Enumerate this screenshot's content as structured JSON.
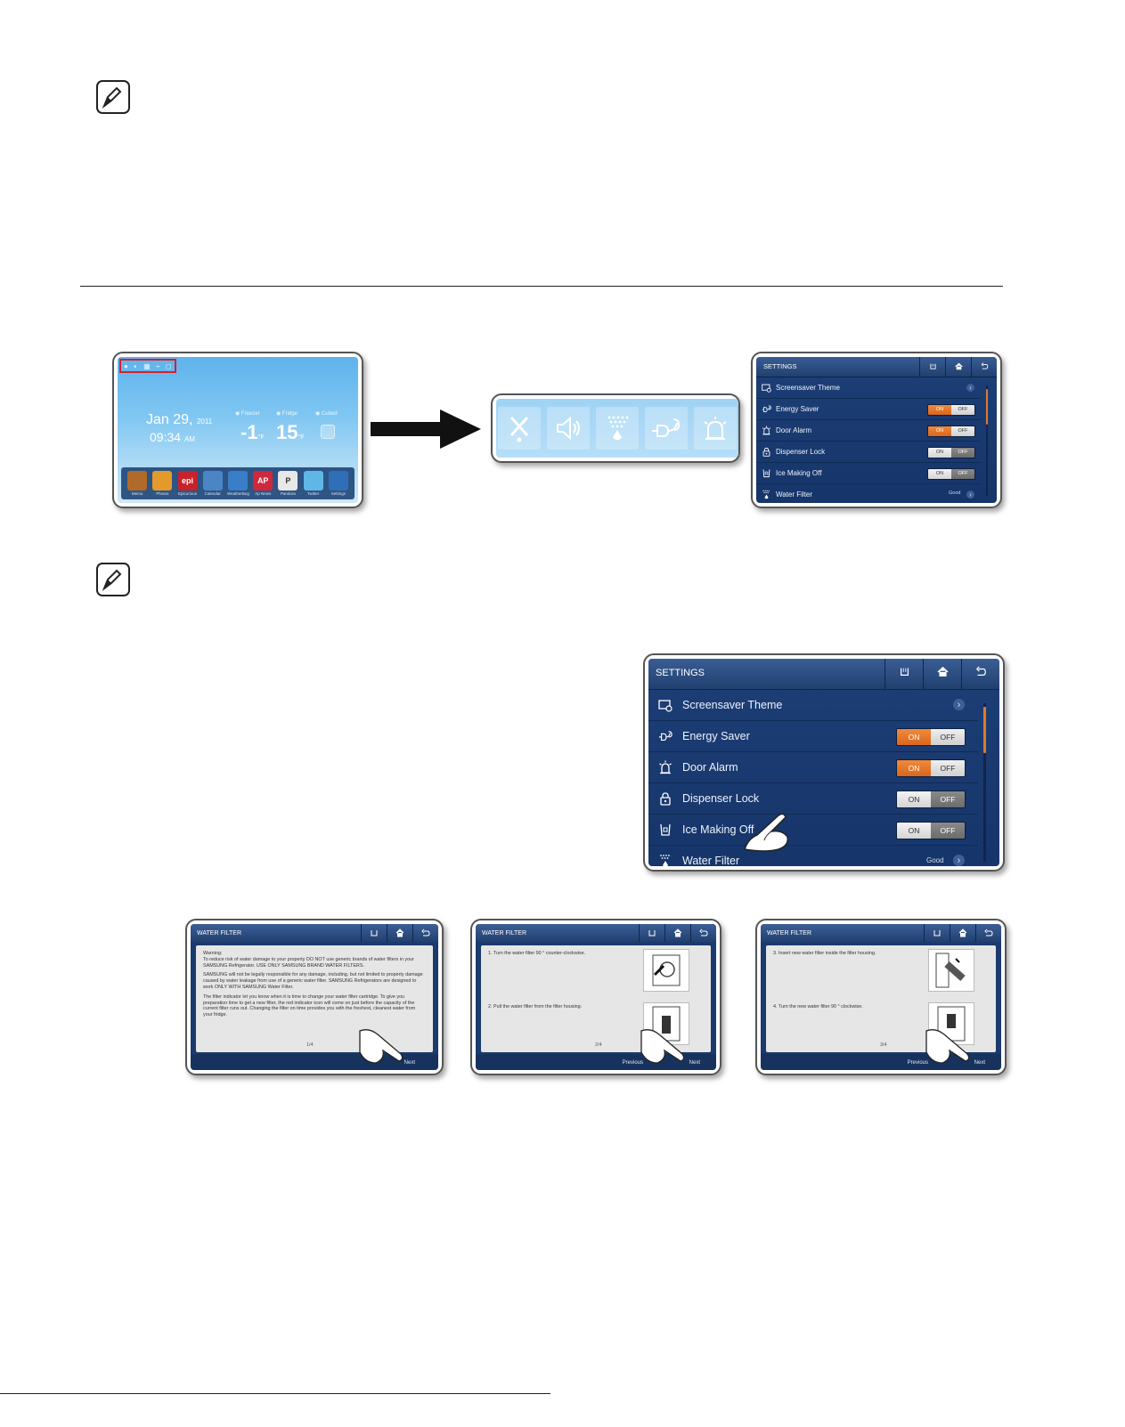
{
  "home": {
    "date": "Jan 29,",
    "year": "2011",
    "time": "09:34",
    "ampm": "AM",
    "freezer_label": "Freezer",
    "freezer_temp": "-1",
    "fridge_label": "Fridge",
    "fridge_temp": "15",
    "ice_label": "Cubed",
    "unit": "°F",
    "apps": [
      {
        "label": "Memo",
        "color": "#b06a2a",
        "glyph": ""
      },
      {
        "label": "Photos",
        "color": "#e39a2a",
        "glyph": ""
      },
      {
        "label": "Epicurious",
        "color": "#c8222a",
        "glyph": "epi"
      },
      {
        "label": "Calendar",
        "color": "#4a86c5",
        "glyph": ""
      },
      {
        "label": "WeatherBug",
        "color": "#3a7dc9",
        "glyph": ""
      },
      {
        "label": "Ap News",
        "color": "#d0283a",
        "glyph": "AP"
      },
      {
        "label": "Pandora",
        "color": "#e8e8e8",
        "glyph": "P"
      },
      {
        "label": "Twitter",
        "color": "#5fb7e8",
        "glyph": ""
      },
      {
        "label": "Settings",
        "color": "#2f6fb7",
        "glyph": ""
      }
    ]
  },
  "strip_icons": [
    "wifi-off-icon",
    "speaker-icon",
    "water-filter-icon",
    "energy-saver-icon",
    "door-alarm-icon"
  ],
  "settings": {
    "title": "SETTINGS",
    "items": [
      {
        "label": "Screensaver Theme",
        "icon": "screensaver-icon",
        "control": "chevron"
      },
      {
        "label": "Energy Saver",
        "icon": "energy-saver-icon",
        "control": "toggle",
        "state": "on"
      },
      {
        "label": "Door Alarm",
        "icon": "door-alarm-icon",
        "control": "toggle",
        "state": "on"
      },
      {
        "label": "Dispenser Lock",
        "icon": "lock-icon",
        "control": "toggle",
        "state": "off"
      },
      {
        "label": "Ice Making Off",
        "icon": "ice-icon",
        "control": "toggle",
        "state": "off"
      },
      {
        "label": "Water Filter",
        "icon": "water-filter-icon",
        "control": "status",
        "status": "Good"
      }
    ],
    "on_label": "ON",
    "off_label": "OFF"
  },
  "water_filter": {
    "title": "WATER FILTER",
    "previous": "Previous",
    "next": "Next",
    "screen1": {
      "warning_title": "Warning:",
      "p1": "To reduce risk of water damage to your property DO NOT use generic brands of water filters in your SAMSUNG Refrigerator. USE ONLY SAMSUNG BRAND WATER FILTERS.",
      "p2": "SAMSUNG will not be legally responsible for any damage, including, but not limited to property damage caused by water leakage from use of a generic water filter. SAMSUNG Refrigerators are designed to work ONLY WITH SAMSUNG Water Filter.",
      "p3": "The filter indicator let you know when it is time to change your water filter cartridge. To give you preparation time to get a new filter, the red indicator icon will come on just before the capacity of the current filter runs out. Changing the filter on time provides you with the freshest, cleanest water from your fridge.",
      "page": "1/4"
    },
    "screen2": {
      "step1": "1. Turn the water filter 90 ° counter-clockwise.",
      "step2": "2. Pull the water filter from the filter housing.",
      "page": "2/4"
    },
    "screen3": {
      "step3": "3. Insert new water filter inside the filter housing.",
      "step4": "4. Turn the new water filter 90 ° clockwise.",
      "page": "3/4"
    }
  }
}
